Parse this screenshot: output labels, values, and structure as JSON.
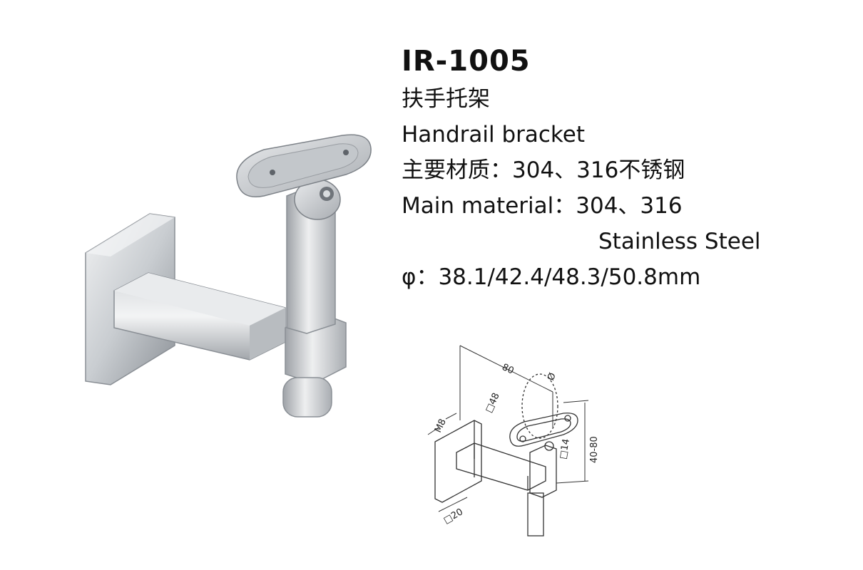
{
  "product": {
    "code": "IR-1005",
    "name_cn": "扶手托架",
    "name_en": "Handrail bracket",
    "material_cn": "主要材质：304、316不锈钢",
    "material_en_line1": "Main material：304、316",
    "material_en_line2": "Stainless Steel",
    "diameter": "φ：38.1/42.4/48.3/50.8mm"
  },
  "drawing": {
    "dim_length": "80",
    "dim_diameter": "Ø",
    "dim_arm": "□48",
    "dim_screw": "M8",
    "dim_post": "□14",
    "dim_height": "40-80",
    "dim_plate": "□20"
  },
  "colors": {
    "steel_light": "#e6e8ea",
    "steel_mid": "#b9bdc2",
    "steel_dark": "#7d8288",
    "line": "#333333"
  }
}
